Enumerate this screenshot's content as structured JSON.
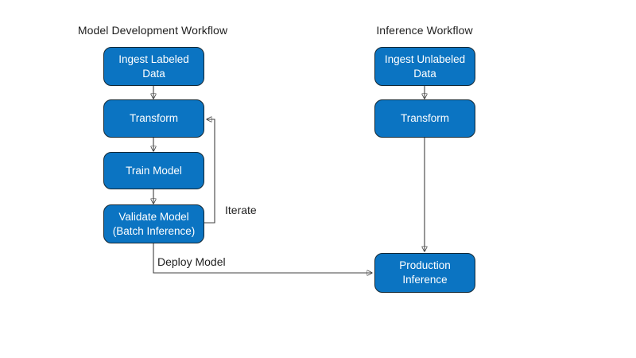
{
  "diagram": {
    "workflows": {
      "model_development": {
        "title": "Model Development Workflow",
        "steps": [
          "Ingest Labeled\nData",
          "Transform",
          "Train Model",
          "Validate Model\n(Batch Inference)"
        ]
      },
      "inference": {
        "title": "Inference Workflow",
        "steps": [
          "Ingest Unlabeled\nData",
          "Transform",
          "Production\nInference"
        ]
      }
    },
    "edge_labels": {
      "iterate": "Iterate",
      "deploy": "Deploy Model"
    },
    "colors": {
      "box_fill": "#0b74c2",
      "box_border": "#132733",
      "box_text": "#ffffff",
      "connector": "#404040",
      "arrowhead": "#1a1a1a",
      "label_text": "#1f1f1f",
      "background": "#ffffff"
    }
  }
}
